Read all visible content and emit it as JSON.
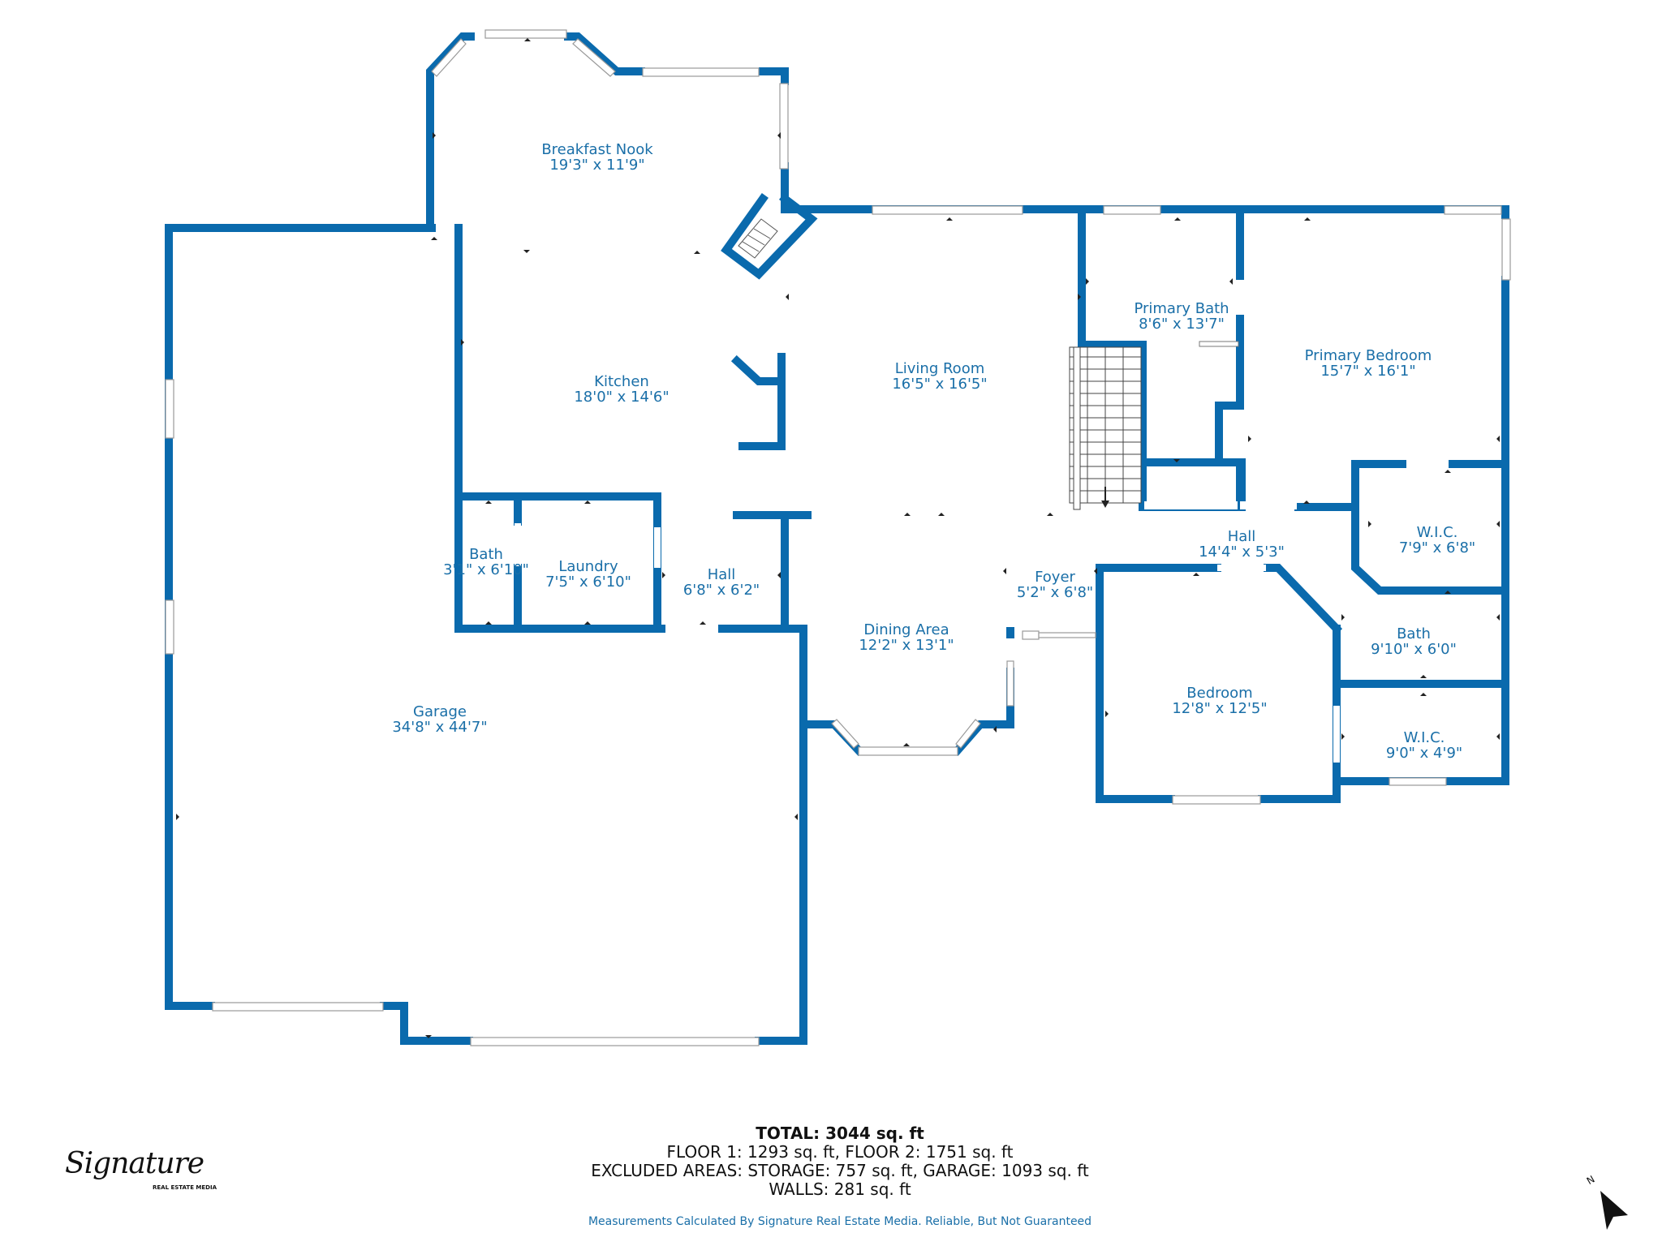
{
  "rooms": {
    "breakfast_nook": {
      "name": "Breakfast Nook",
      "dim": "19'3\" x 11'9\""
    },
    "kitchen": {
      "name": "Kitchen",
      "dim": "18'0\" x 14'6\""
    },
    "living_room": {
      "name": "Living Room",
      "dim": "16'5\" x 16'5\""
    },
    "primary_bath": {
      "name": "Primary Bath",
      "dim": "8'6\" x 13'7\""
    },
    "primary_bedroom": {
      "name": "Primary Bedroom",
      "dim": "15'7\" x 16'1\""
    },
    "bath1": {
      "name": "Bath",
      "dim": "3'1\" x 6'10\""
    },
    "laundry": {
      "name": "Laundry",
      "dim": "7'5\" x 6'10\""
    },
    "hall1": {
      "name": "Hall",
      "dim": "6'8\" x 6'2\""
    },
    "foyer": {
      "name": "Foyer",
      "dim": "5'2\" x 6'8\""
    },
    "hall2": {
      "name": "Hall",
      "dim": "14'4\" x 5'3\""
    },
    "wic1": {
      "name": "W.I.C.",
      "dim": "7'9\" x 6'8\""
    },
    "dining_area": {
      "name": "Dining Area",
      "dim": "12'2\" x 13'1\""
    },
    "bath2": {
      "name": "Bath",
      "dim": "9'10\" x 6'0\""
    },
    "bedroom": {
      "name": "Bedroom",
      "dim": "12'8\" x 12'5\""
    },
    "wic2": {
      "name": "W.I.C.",
      "dim": "9'0\" x 4'9\""
    },
    "garage": {
      "name": "Garage",
      "dim": "34'8\" x 44'7\""
    }
  },
  "summary": {
    "total": "TOTAL: 3044 sq. ft",
    "floors": "FLOOR 1: 1293 sq. ft, FLOOR 2: 1751 sq. ft",
    "excluded": "EXCLUDED AREAS: STORAGE: 757 sq. ft, GARAGE: 1093 sq. ft",
    "walls": "WALLS: 281 sq. ft"
  },
  "disclaimer": "Measurements Calculated By Signature Real Estate Media. Reliable, But Not Guaranteed",
  "logo": {
    "script": "Signature",
    "sub": "REAL ESTATE MEDIA"
  },
  "compass": {
    "label": "N",
    "icon": "north-arrow-icon"
  },
  "colors": {
    "wall": "#0a6aad",
    "label": "#1a6fa8"
  }
}
